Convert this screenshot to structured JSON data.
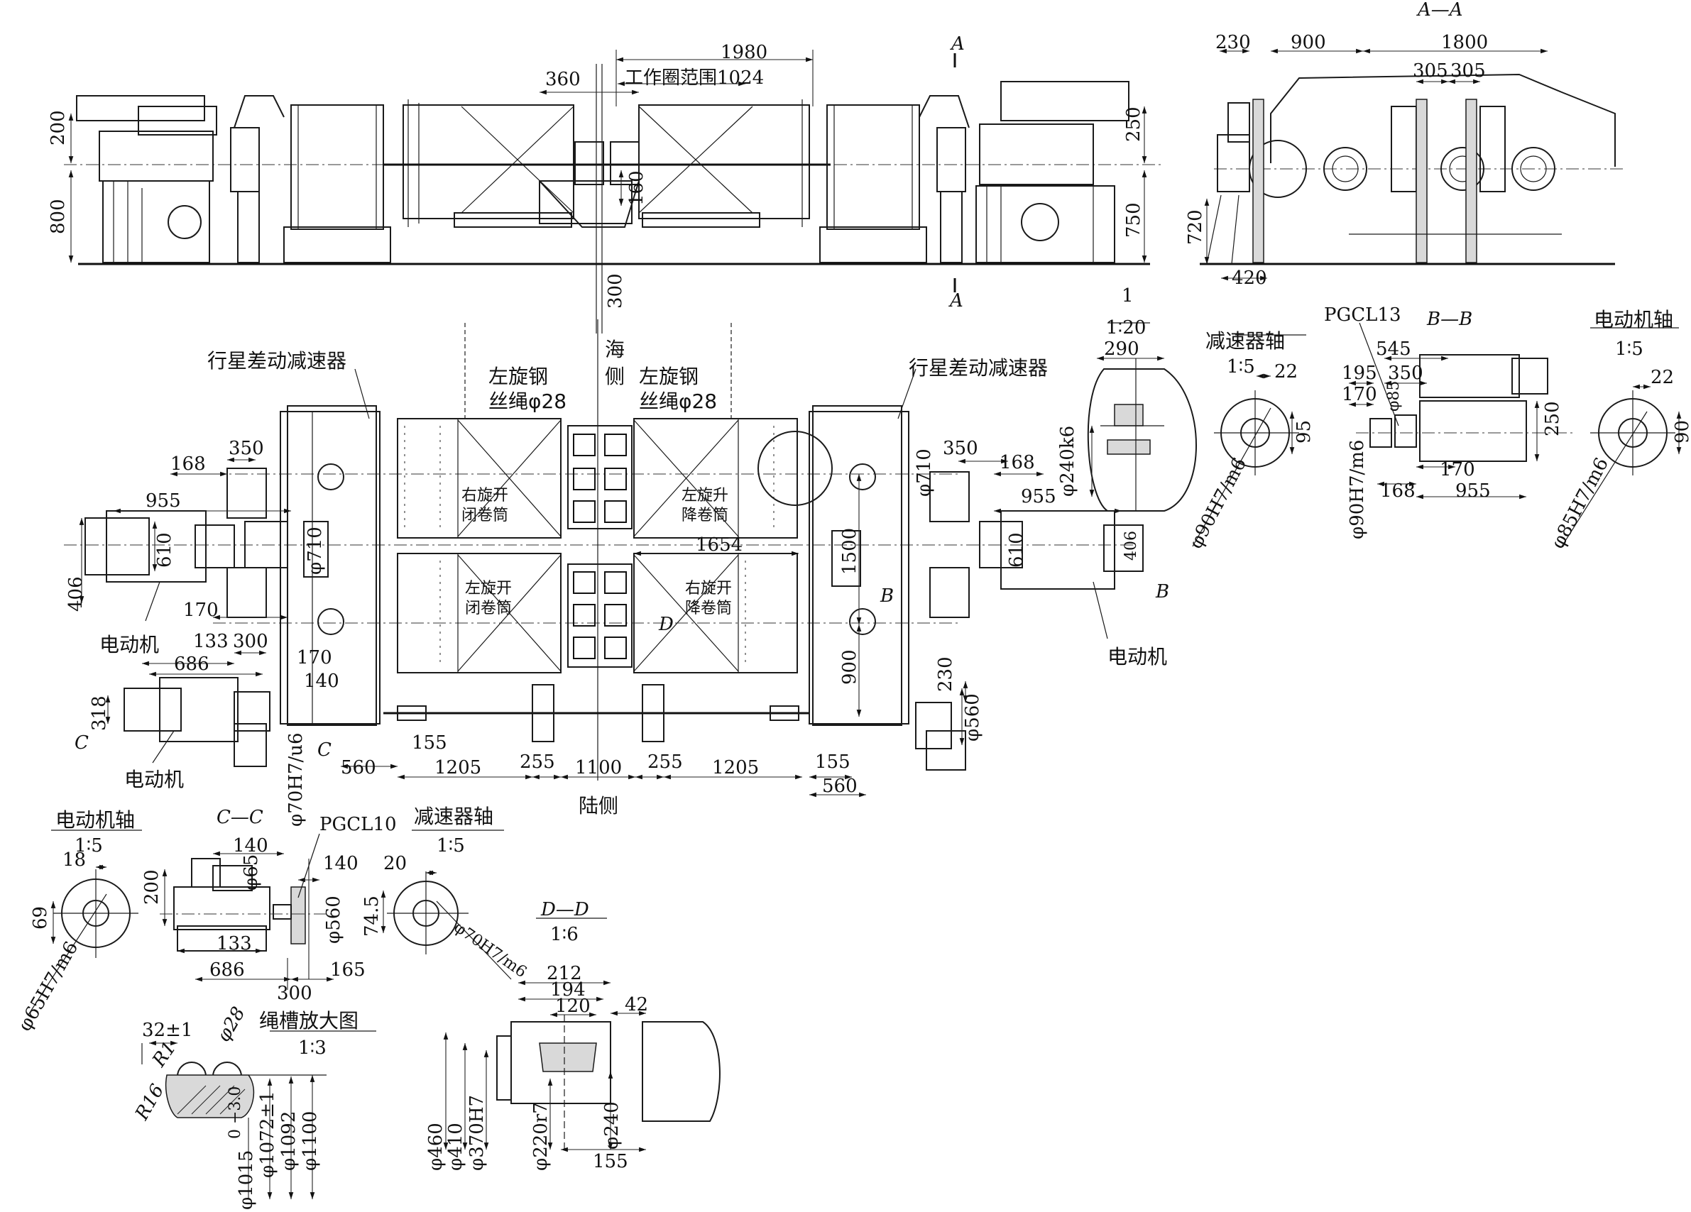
{
  "section_labels": {
    "aa": "A—A",
    "a_top": "A",
    "a_bottom": "A",
    "bb": "B—B",
    "b_mark": "B",
    "b_mark2": "B",
    "cc": "C—C",
    "c_mark": "C",
    "c_mark2": "C",
    "dd": "D—D",
    "d_mark": "D",
    "detail_1": "1",
    "detail_1_scale": "1∶20"
  },
  "top_view_dims": {
    "d1980": "1980",
    "d360": "360",
    "work_range": "工作圈范围1024",
    "d200": "200",
    "d800": "800",
    "d250": "250",
    "d750": "750",
    "d160": "160",
    "d300": "300"
  },
  "aa_dims": {
    "d230": "230",
    "d900": "900",
    "d1800": "1800",
    "d305a": "305",
    "d305b": "305",
    "d720": "720",
    "d420": "420"
  },
  "plan_labels": {
    "reducer_left": "行星差动减速器",
    "reducer_right": "行星差动减速器",
    "rope_left_1": "左旋钢",
    "rope_left_2": "丝绳φ28",
    "rope_right_1": "左旋钢",
    "rope_right_2": "丝绳φ28",
    "sea_side_1": "海",
    "sea_side_2": "侧",
    "land_side": "陆侧",
    "drum_ul_1": "右旋开",
    "drum_ul_2": "闭卷筒",
    "drum_ur_1": "左旋升",
    "drum_ur_2": "降卷筒",
    "drum_ll_1": "左旋开",
    "drum_ll_2": "闭卷筒",
    "drum_lr_1": "右旋开",
    "drum_lr_2": "降卷筒",
    "motor_left": "电动机",
    "motor_left2": "电动机",
    "motor_right": "电动机"
  },
  "plan_dims": {
    "d350l": "350",
    "d168l": "168",
    "d955l": "955",
    "d610l": "610",
    "d406l": "406",
    "d170l": "170",
    "d710l": "φ710",
    "d133": "133",
    "d300": "300",
    "d686": "686",
    "d170b": "170",
    "d140": "140",
    "d318": "318",
    "d70h7": "φ70H7/u6",
    "d155l": "155",
    "d560l": "560",
    "d1205l": "1205",
    "d255l": "255",
    "d1100": "1100",
    "d255r": "255",
    "d1205r": "1205",
    "d155r": "155",
    "d560r": "560",
    "d1654": "1654",
    "d1500": "1500",
    "d900": "900",
    "d230": "230",
    "d560v": "φ560",
    "d710r": "φ710",
    "d350r": "350",
    "d168r": "168",
    "d955r": "955",
    "d610r": "610",
    "d406r": "406",
    "d240k6": "φ240k6",
    "d290": "290"
  },
  "right_details": {
    "reducer_shaft": "减速器轴",
    "reducer_shaft_scale": "1∶5",
    "r_22a": "22",
    "r_95": "95",
    "r_90h7": "φ90H7/m6",
    "pgcl13": "PGCL13",
    "b545": "545",
    "b195": "195",
    "b350": "350",
    "b170": "170",
    "b250": "250",
    "b85": "φ85",
    "b90h7": "φ90H7/m6",
    "b170b": "170",
    "b168": "168",
    "b955": "955",
    "motor_shaft": "电动机轴",
    "motor_shaft_scale": "1∶5",
    "m_22": "22",
    "m_90": "90",
    "m_85h7": "φ85H7/m6"
  },
  "bottom_details": {
    "motor_shaft": "电动机轴",
    "motor_shaft_scale": "1∶5",
    "m18": "18",
    "m69": "69",
    "m65h7": "φ65H7/m6",
    "c140a": "140",
    "pgcl10": "PGCL10",
    "c140b": "140",
    "c200": "200",
    "c65": "φ65",
    "c560": "φ560",
    "c133": "133",
    "c686": "686",
    "c300": "300",
    "c165": "165",
    "reducer_shaft": "减速器轴",
    "reducer_shaft_scale": "1∶5",
    "r20": "20",
    "r745": "74.5",
    "r70h7": "φ70H7/m6",
    "dd_scale": "1∶6",
    "d212": "212",
    "d194": "194",
    "d120": "120",
    "d42": "42",
    "d460": "φ460",
    "d410": "φ410",
    "d370": "φ370H7",
    "d220": "φ220r7",
    "d240": "φ240",
    "d155": "155",
    "groove_title": "绳槽放大图",
    "groove_scale": "1∶3",
    "g32": "32±1",
    "g28": "φ28",
    "gr1": "R1",
    "gr16": "R16",
    "g1015": "φ1015",
    "g1015tol": "0  −3.0",
    "g1072": "φ1072±1",
    "g1092": "φ1092",
    "g1100": "φ1100"
  }
}
